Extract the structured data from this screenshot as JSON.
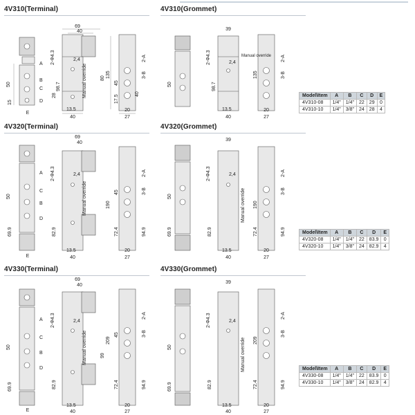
{
  "sections": [
    {
      "id": "4v310",
      "terminal_title": "4V310(Terminal)",
      "grommet_title": "4V310(Grommet)",
      "dims": {
        "front_width": "40",
        "front_top": "69",
        "body_top": "40",
        "left_50": "50",
        "left_15": "15",
        "h98": "98.7",
        "h28": "28",
        "h80": "80",
        "h135": "135",
        "h45": "45",
        "h40": "40",
        "h17": "17.5",
        "w20": "20",
        "w27": "27",
        "w13": "13.5",
        "w40b": "40",
        "g_top": "39"
      },
      "labels": {
        "phi": "2-Φ4.3",
        "port24": "2,4",
        "mo": "Manual override",
        "p2a": "2-A",
        "p3b": "3-B",
        "a": "A",
        "b": "B",
        "c": "C",
        "d": "D",
        "e": "E"
      }
    },
    {
      "id": "4v320",
      "terminal_title": "4V320(Terminal)",
      "grommet_title": "4V320(Grommet)",
      "dims": {
        "front_width": "40",
        "front_top": "69",
        "body_top": "40",
        "left_50": "50",
        "left_69": "69.9",
        "h82": "82.9",
        "h190": "190",
        "h45": "45",
        "h72": "72.4",
        "h94": "94.9",
        "w20": "20",
        "w27": "27",
        "w13": "13.5",
        "w40b": "40",
        "g_top": "39"
      },
      "labels": {
        "phi": "2-Φ4.3",
        "port24": "2,4",
        "mo": "Manual override",
        "p2a": "2-A",
        "p3b": "3-B",
        "a": "A",
        "b": "B",
        "c": "C",
        "d": "D",
        "e": "E"
      }
    },
    {
      "id": "4v330",
      "terminal_title": "4V330(Terminal)",
      "grommet_title": "4V330(Grommet)",
      "dims": {
        "front_width": "40",
        "front_top": "69",
        "body_top": "40",
        "left_50": "50",
        "left_69": "69.9",
        "h82": "82.9",
        "h209": "209",
        "h99": "99",
        "h45": "45",
        "h72": "72.4",
        "h94": "94.9",
        "w20": "20",
        "w27": "27",
        "w13": "13.5",
        "w40b": "40",
        "g_top": "39"
      },
      "labels": {
        "phi": "2-Φ4.3",
        "port24": "2,4",
        "mo": "Manual override",
        "p2a": "2-A",
        "p3b": "3-B",
        "a": "A",
        "b": "B",
        "c": "C",
        "d": "D",
        "e": "E"
      }
    }
  ],
  "spec_tables": [
    {
      "header": [
        "Model\\Item",
        "A",
        "B",
        "C",
        "D",
        "E"
      ],
      "rows": [
        [
          "4V310-08",
          "1/4\"",
          "1/4\"",
          "22",
          "29",
          "0"
        ],
        [
          "4V310-10",
          "1/4\"",
          "3/8\"",
          "24",
          "28",
          "4"
        ]
      ]
    },
    {
      "header": [
        "Model\\Item",
        "A",
        "B",
        "C",
        "D",
        "E"
      ],
      "rows": [
        [
          "4V320-08",
          "1/4\"",
          "1/4\"",
          "22",
          "83.9",
          "0"
        ],
        [
          "4V320-10",
          "1/4\"",
          "3/8\"",
          "24",
          "82.9",
          "4"
        ]
      ]
    },
    {
      "header": [
        "Model\\Item",
        "A",
        "B",
        "C",
        "D",
        "E"
      ],
      "rows": [
        [
          "4V330-08",
          "1/4\"",
          "1/4\"",
          "22",
          "83.9",
          "0"
        ],
        [
          "4V330-10",
          "1/4\"",
          "3/8\"",
          "24",
          "82.9",
          "4"
        ]
      ]
    }
  ]
}
